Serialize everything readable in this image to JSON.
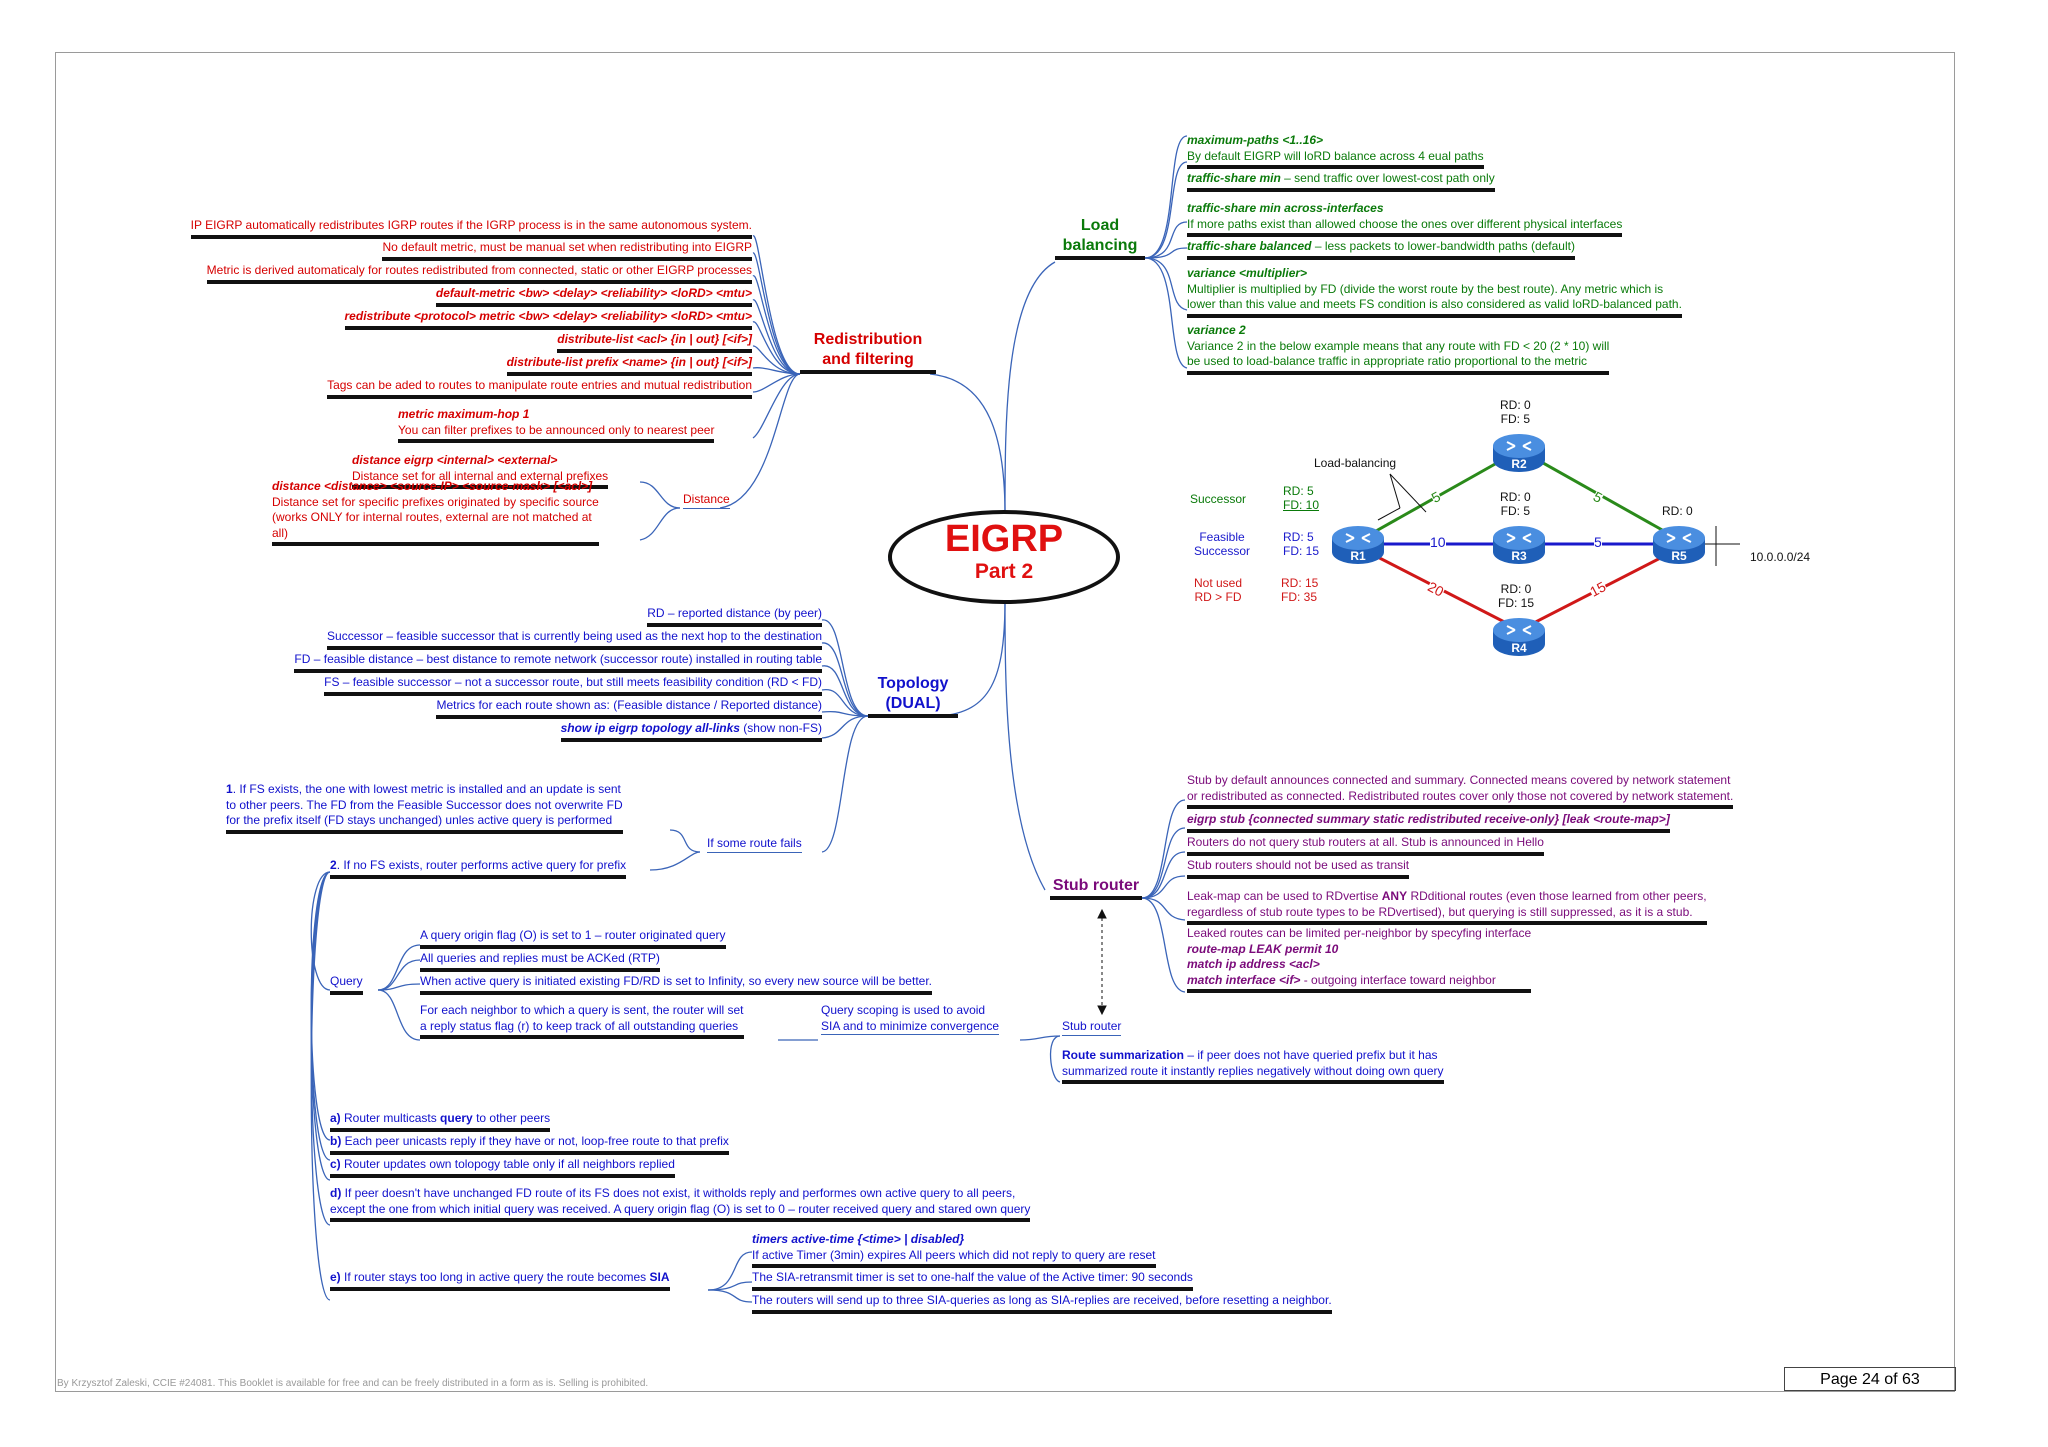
{
  "title": {
    "main": "EIGRP",
    "sub": "Part 2"
  },
  "redistribution": {
    "hub": [
      "Redistribution",
      "and filtering"
    ],
    "items": [
      "IP EIGRP automatically redistributes IGRP routes if the IGRP process is in the same autonomous system.",
      "No default metric, must be manual set when redistributing into EIGRP",
      "Metric is derived automaticaly for routes redistributed from connected, static or other EIGRP processes",
      "default-metric <bw> <delay> <reliability> <loRD> <mtu>",
      "redistribute <protocol> metric <bw> <delay> <reliability> <loRD> <mtu>",
      "distribute-list <acl> {in | out} [<if>]",
      "distribute-list prefix <name> {in | out} [<if>]",
      "Tags can be aded to routes to manipulate route entries and mutual redistribution"
    ],
    "hop_cmd": "metric maximum-hop 1",
    "hop_desc": "You can filter prefixes to be announced only to nearest peer",
    "distance_label": "Distance",
    "distance_cmd1": "distance eigrp <internal> <external>",
    "distance_desc1": "Distance set for all internal and external prefixes",
    "distance_cmd2": "distance <distance> <source-IP> <source-mask> [<acl>]",
    "distance_desc2": [
      "Distance set for specific prefixes originated by specific source",
      "(works ONLY for internal routes, external are not matched at",
      "all)"
    ]
  },
  "load_balancing": {
    "hub": [
      "Load",
      "balancing"
    ],
    "maxpaths_cmd": "maximum-paths <1..16>",
    "maxpaths_desc": "By default EIGRP will loRD balance across 4 eual paths",
    "ts_min_cmd": "traffic-share min",
    "ts_min_desc": " – send traffic over lowest-cost path only",
    "ts_across_cmd": "traffic-share min across-interfaces",
    "ts_across_desc": "If more paths exist than allowed choose the ones over different physical interfaces",
    "ts_bal_cmd": "traffic-share balanced",
    "ts_bal_desc": " – less packets to lower-bandwidth paths (default)",
    "variance_cmd": "variance <multiplier>",
    "variance_desc": [
      "Multiplier is multiplied by FD (divide the worst route by the best route). Any metric which is",
      "lower than this value and meets FS condition is also considered as valid loRD-balanced path."
    ],
    "variance2_cmd": "variance 2",
    "variance2_desc": [
      "Variance 2 in the below example means that any route with FD < 20 (2 * 10) will",
      "be used to load-balance traffic in appropriate ratio proportional to the metric"
    ]
  },
  "diagram": {
    "load_balancing_label": "Load-balancing",
    "successor": {
      "label": "Successor",
      "rd": "RD: 5",
      "fd": "FD: 10"
    },
    "feasible": {
      "label": [
        "Feasible",
        "Successor"
      ],
      "rd": "RD: 5",
      "fd": "FD: 15"
    },
    "not_used": {
      "label": [
        "Not used",
        "RD > FD"
      ],
      "rd": "RD: 15",
      "fd": "FD: 35"
    },
    "routers": {
      "R1": {
        "name": "R1"
      },
      "R2": {
        "name": "R2",
        "rd": "RD: 0",
        "fd": "FD: 5"
      },
      "R3": {
        "name": "R3",
        "rd": "RD: 0",
        "fd": "FD: 5"
      },
      "R4": {
        "name": "R4",
        "rd": "RD: 0",
        "fd": "FD: 15"
      },
      "R5": {
        "name": "R5",
        "rd": "RD: 0"
      }
    },
    "links": {
      "r1r2": "5",
      "r2r5": "5",
      "r1r3": "10",
      "r3r5": "5",
      "r1r4": "20",
      "r4r5": "15"
    },
    "network": "10.0.0.0/24",
    "colors": {
      "green": "#2a8a1a",
      "blue": "#1a1acc",
      "red": "#d01818",
      "router": "#3a7ad8"
    }
  },
  "topology": {
    "hub": [
      "Topology",
      "(DUAL)"
    ],
    "items": [
      "RD – reported distance (by peer)",
      "Successor – feasible successor that is currently being used as the next hop to the destination",
      "FD – feasible distance – best distance to remote network (successor route) installed in routing table",
      "FS – feasible successor – not a successor route, but still meets feasibility condition (RD < FD)",
      "Metrics for each route shown as: (Feasible distance / Reported distance)"
    ],
    "cmd": "show ip eigrp topology all-links",
    "cmd_desc": " (show non-FS)"
  },
  "route_fails": {
    "label": "If some route fails",
    "fs_num": "1",
    "fs_text": [
      ". If FS exists, the one with lowest metric is installed and an update is sent",
      "to other peers. The FD from the Feasible Successor does not overwrite FD",
      "for the prefix itself (FD stays unchanged) unles active query is performed"
    ],
    "nofs_num": "2",
    "nofs_text": ". If no FS exists, router performs active query for prefix",
    "query_label": "Query",
    "query_items": [
      "A query origin flag (O) is set to 1 – router originated query",
      "All queries and replies must be ACKed (RTP)",
      "When active query is initiated existing FD/RD is set to Infinity, so every new source will be better."
    ],
    "neighbor_text": [
      "For each neighbor to which a query is sent, the router will set",
      "a reply status flag (r) to keep track of all outstanding queries"
    ],
    "scoping_text": [
      "Query scoping is used to avoid",
      "SIA and to minimize convergence"
    ],
    "stub_router_label": "Stub router",
    "summ_bold": "Route summarization",
    "summ_text": [
      " – if peer does not have queried prefix but it has",
      "summarized route it instantly replies negatively without doing own query"
    ],
    "steps": {
      "a_letter": "a)",
      "a_pre": " Router multicasts ",
      "a_bold": "query",
      "a_post": " to other peers",
      "b_letter": "b)",
      "b_text": " Each peer unicasts reply if they have or not, loop-free route to that prefix",
      "c_letter": "c)",
      "c_text": " Router updates own tolopogy table only if all neighbors replied",
      "d_letter": "d)",
      "d_text": [
        " If peer doesn't have unchanged FD route of its FS does not exist, it witholds reply and performes own active query to all peers,",
        "except the one from which initial query was received. A query origin flag (O) is set to 0 – router received query and stared own query"
      ],
      "e_letter": "e)",
      "e_pre": " If router stays too long in active query the route becomes ",
      "e_bold": "SIA"
    },
    "sia": {
      "timer_cmd": "timers active-time {<time> | disabled}",
      "timer_desc": "If active Timer (3min) expires All peers which did not reply to query are reset",
      "retransmit": "The SIA-retransmit timer is set to one-half the value of the Active timer: 90 seconds",
      "three": "The routers will send up to three SIA-queries as long as SIA-replies are received, before resetting a neighbor."
    }
  },
  "stub": {
    "hub": "Stub router",
    "intro": [
      "Stub by default announces connected and summary. Connected means covered by network statement",
      "or redistributed as connected. Redistributed routes cover only those not covered by network statement."
    ],
    "cmd": "eigrp stub {connected summary static redistributed receive-only} [leak <route-map>]",
    "no_query": "Routers do not query stub routers at all. Stub is announced in Hello",
    "transit": "Stub routers should not be used as transit",
    "leak_pre": "Leak-map can be used to RDvertise ",
    "leak_bold": "ANY",
    "leak_post": " RDditional routes (even those learned from other peers,",
    "leak_line2": "regardless of stub route types to be RDvertised), but querying is still suppressed, as it is a stub.",
    "leaked_limit": "Leaked routes can be limited per-neighbor by specyfing interface",
    "rm_cmd": "route-map LEAK permit 10",
    "match_ip": " match ip address <acl>",
    "match_if": " match interface <if>",
    "match_if_desc": " - outgoing interface toward neighbor"
  },
  "footer": {
    "note": "By Krzysztof Zaleski, CCIE #24081. This Booklet is available for free and can be freely distributed in a form as is. Selling is prohibited.",
    "page": "Page 24 of 63"
  }
}
